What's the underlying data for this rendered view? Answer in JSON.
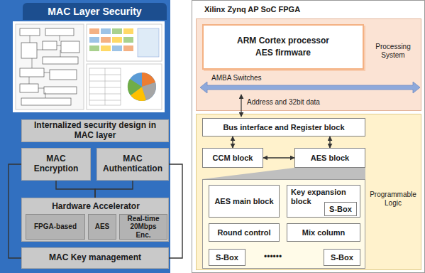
{
  "diagram": {
    "nodes": [
      {
        "text": [
          "MAC Layer Security"
        ]
      },
      {
        "text": [
          "Internalized security design in MAC layer"
        ],
        "in": 0
      },
      {
        "text": [
          "MAC Encryption"
        ],
        "in": 0
      },
      {
        "text": [
          "MAC Authentication"
        ],
        "in": 0
      },
      {
        "text": [
          "Hardware Accelerator"
        ],
        "in": 0
      },
      {
        "text": [
          "FPGA-based"
        ],
        "in": 4
      },
      {
        "text": [
          "AES"
        ],
        "in": 4
      },
      {
        "text": [
          "Real-time 20Mbps Enc."
        ],
        "in": 4
      },
      {
        "text": [
          "MAC Key management"
        ],
        "in": 0
      },
      {
        "text": [
          "Xilinx Zynq AP SoC FPGA"
        ]
      },
      {
        "text": [
          "Processing System"
        ],
        "in": 9
      },
      {
        "text": [
          "ARM Cortex processor",
          "AES firmware"
        ],
        "in": 10
      },
      {
        "text": [
          "Programmable Logic"
        ],
        "in": 9
      },
      {
        "text": [
          "Bus interface and Register block"
        ],
        "in": 12
      },
      {
        "text": [
          "CCM block"
        ],
        "in": 12
      },
      {
        "text": [
          "AES block"
        ],
        "in": 12
      },
      {
        "text": [
          "AES main block"
        ],
        "in": 12
      },
      {
        "text": [
          "Key expansion block"
        ],
        "in": 12
      },
      {
        "text": [
          "S-Box"
        ],
        "in": 17
      },
      {
        "text": [
          "Round control"
        ],
        "in": 12
      },
      {
        "text": [
          "Mix column"
        ],
        "in": 12
      },
      {
        "text": [
          "S-Box"
        ],
        "in": 12
      },
      {
        "text": [
          "S-Box"
        ],
        "in": 12
      }
    ],
    "edges": [
      {
        "from": 2,
        "to": 4,
        "arrow": "none"
      },
      {
        "from": 3,
        "to": 4,
        "arrow": "none"
      },
      {
        "from": 2,
        "to": 8,
        "arrow": "none"
      },
      {
        "from": 3,
        "to": 8,
        "arrow": "none"
      },
      {
        "from": 13,
        "to": 14,
        "arrow": "both"
      },
      {
        "from": 13,
        "to": 15,
        "arrow": "both"
      },
      {
        "from": 14,
        "to": 15,
        "arrow": "both"
      }
    ],
    "labels": [
      "AMBA Switches",
      "Address and 32bit data",
      "••••••"
    ]
  }
}
